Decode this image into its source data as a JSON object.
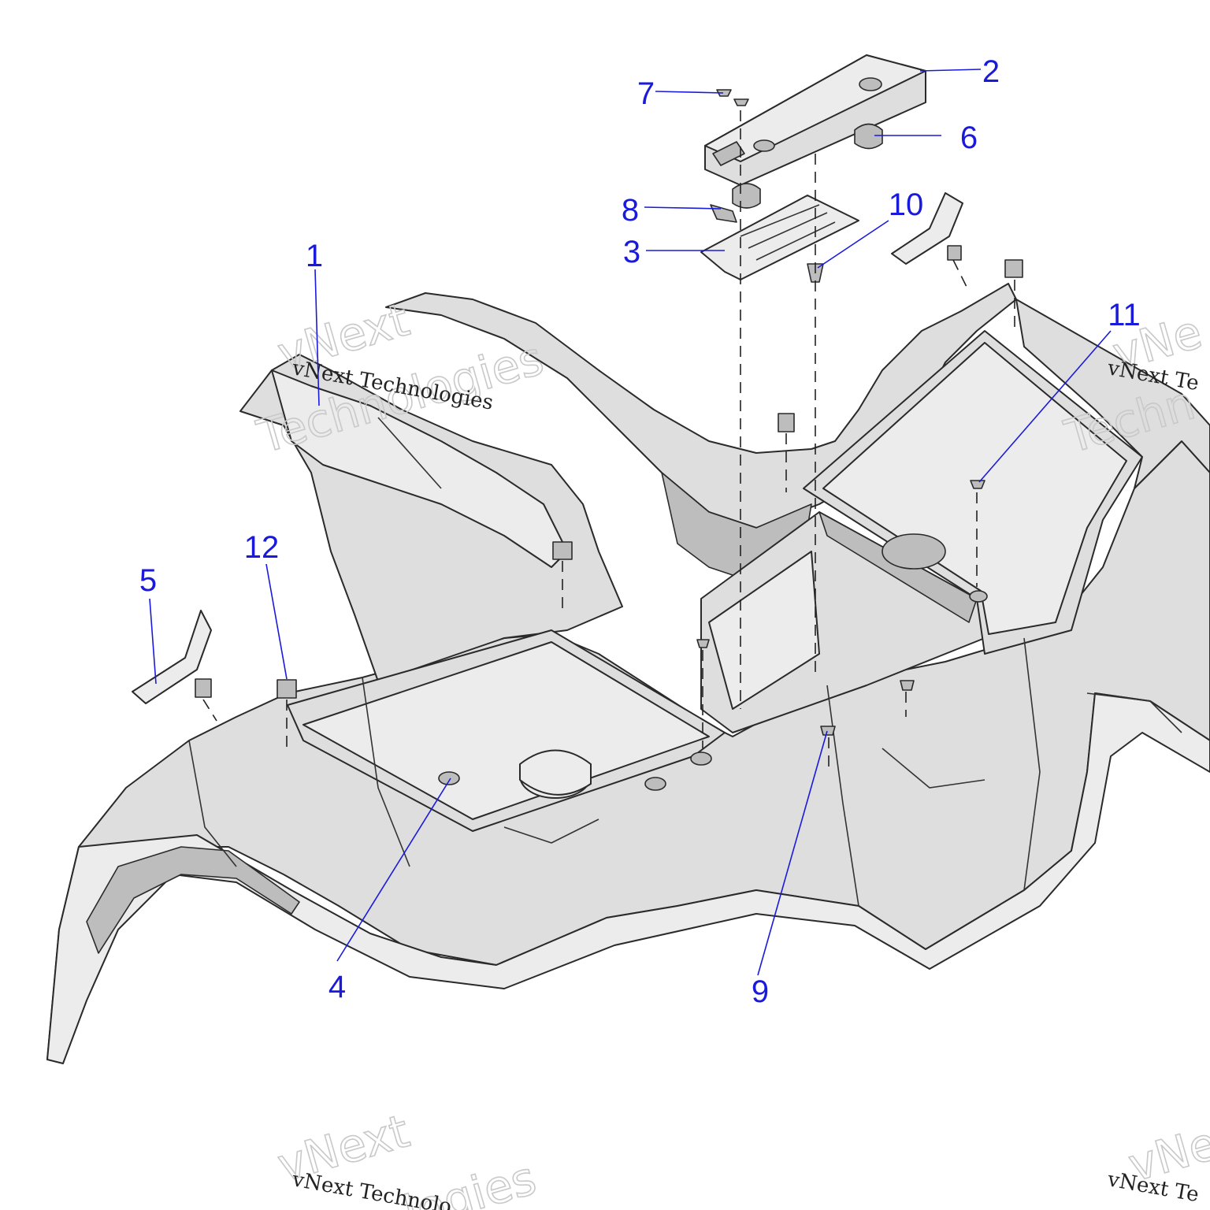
{
  "diagram": {
    "callouts": [
      "1",
      "2",
      "3",
      "4",
      "5",
      "6",
      "7",
      "8",
      "9",
      "10",
      "11",
      "12"
    ],
    "watermark": {
      "small_text": "vNext Technologies",
      "big_line1": "vNext",
      "big_line2": "Technologies",
      "partial_small": "vNext Te",
      "partial_big1": "vNe",
      "partial_big2": "Techn",
      "bottom_small": "vNext Technolo",
      "bottom_big1": "vNext",
      "bottom_big2": "logies",
      "bottom_right_small": "vNext Te",
      "bottom_right_big": "vNe"
    },
    "colors": {
      "callout": "#1a1adc",
      "part_fill": "#dedede",
      "line": "#2a2a2a"
    }
  }
}
